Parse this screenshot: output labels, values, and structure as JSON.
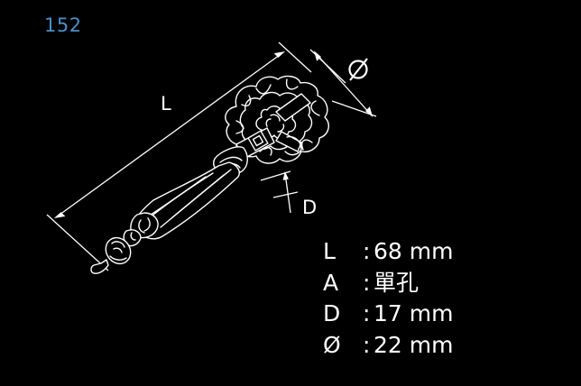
{
  "product_code": "152",
  "dimension_labels": {
    "length": "L",
    "depth": "D",
    "diameter": "Ø"
  },
  "specs": [
    {
      "key": "L",
      "sep": ":",
      "value": "68 mm"
    },
    {
      "key": "A",
      "sep": ":",
      "value": "單孔"
    },
    {
      "key": "D",
      "sep": ":",
      "value": "17 mm"
    },
    {
      "key": "Ø",
      "sep": ":",
      "value": "22 mm"
    }
  ],
  "colors": {
    "background": "#000000",
    "line": "#ffffff",
    "code": "#4a90c8"
  },
  "icons": {
    "product": "ornate-drop-pull-handle-icon"
  }
}
